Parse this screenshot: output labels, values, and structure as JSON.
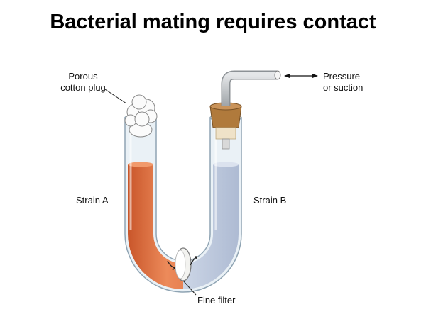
{
  "title": "Bacterial mating requires contact",
  "labels": {
    "cotton_plug": [
      "Porous",
      "cotton plug"
    ],
    "pressure": [
      "Pressure",
      "or suction"
    ],
    "strain_a": "Strain A",
    "strain_b": "Strain B",
    "filter": "Fine filter"
  },
  "colors": {
    "strain_a": "#e0703f",
    "strain_b": "#b9c6dc",
    "glass": "#dfeaf1",
    "cork": "#b07a3c",
    "tube_pipe": "#b9bdc0"
  }
}
